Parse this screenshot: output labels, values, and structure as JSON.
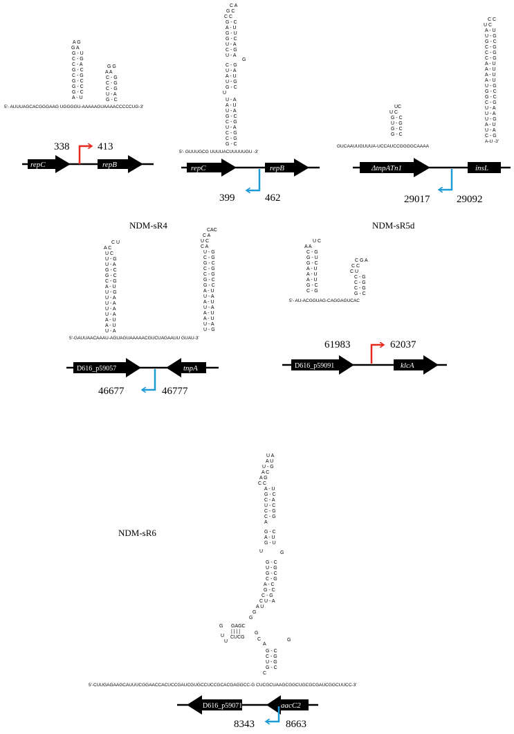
{
  "labels": {
    "sR4": "NDM-sR4",
    "sR5d": "NDM-sR5d",
    "sR6": "NDM-sR6"
  },
  "sequences": {
    "p1": "5'- AUUUAGCACGGGAAG  UGGGGU-AAAAAGUAAAACCCCCUG-3'",
    "p2": "5'- GUUUGCG    UUUUACUUUUUGU -3'",
    "p3": "GUCAAUUGUUUA-UCCAUCCGGGGCAAAA",
    "p3_end": "A-U -3'",
    "p4": "5'-GAUUAACAAAU-AGUAGUAAAAACGUCUAGAAUU  GUAU-3'",
    "p5": "5'- AU-ACGGUAG-CAGGAGUCAC",
    "p6": "5'-CUUGAGAAGCAUUUCGGAACCACUCCGAUCGUGCCUCCGCACGAGGCC-G CUCGCUAAGCGGCUGCGCGAUCGGCUUCC-3'"
  },
  "genes": {
    "p1": [
      "repC",
      "repB"
    ],
    "p2": [
      "repC",
      "repB"
    ],
    "p3": [
      "ΔtnpATn1",
      "insL"
    ],
    "p4": [
      "D616_p59057",
      "tnpA"
    ],
    "p5": [
      "D616_p59091",
      "klcA"
    ],
    "p6": [
      "D616_p59071",
      "aacC2"
    ]
  },
  "coords": {
    "p1": [
      "338",
      "413"
    ],
    "p2": [
      "399",
      "462"
    ],
    "p3": [
      "29017",
      "29092"
    ],
    "p4": [
      "46677",
      "46777"
    ],
    "p5": [
      "61983",
      "62037"
    ],
    "p6": [
      "8343",
      "8663"
    ]
  },
  "colors": {
    "forward_promoter": "#e8281e",
    "reverse_promoter": "#1e9ad6",
    "gene": "#000000"
  }
}
